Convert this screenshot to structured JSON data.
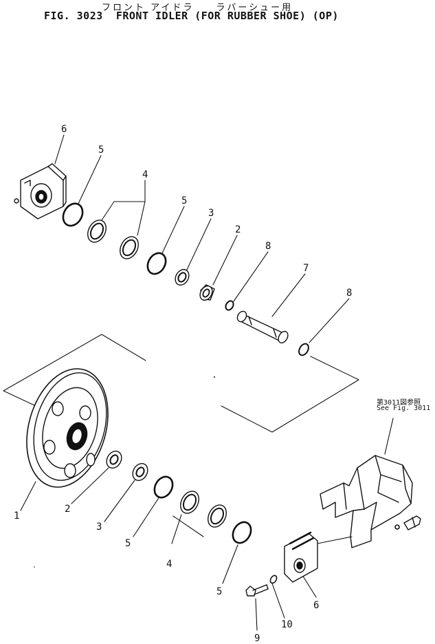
{
  "header": {
    "subtitle_jp": "フロント アイドラ　　ラバーシュー用",
    "title": "FIG. 3023  FRONT IDLER (FOR RUBBER SHOE) (OP)"
  },
  "reference_note": {
    "line1": "第3011図参照",
    "line2": "See Fig. 3011"
  },
  "callouts": {
    "c_1": "1",
    "c_2a": "2",
    "c_2b": "2",
    "c_3a": "3",
    "c_3b": "3",
    "c_4a": "4",
    "c_4b": "4",
    "c_5a": "5",
    "c_5b": "5",
    "c_5c": "5",
    "c_5d": "5",
    "c_6a": "6",
    "c_6b": "6",
    "c_7": "7",
    "c_8a": "8",
    "c_8b": "8",
    "c_9": "9",
    "c_10": "10"
  }
}
